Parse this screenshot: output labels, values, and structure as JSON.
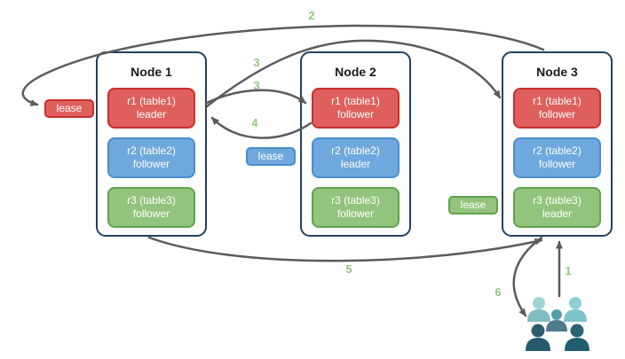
{
  "nodes": [
    {
      "title": "Node 1",
      "replicas": [
        {
          "name": "r1 (table1)",
          "role": "leader",
          "color": "red"
        },
        {
          "name": "r2 (table2)",
          "role": "follower",
          "color": "blue"
        },
        {
          "name": "r3 (table3)",
          "role": "follower",
          "color": "green"
        }
      ]
    },
    {
      "title": "Node 2",
      "replicas": [
        {
          "name": "r1 (table1)",
          "role": "follower",
          "color": "red"
        },
        {
          "name": "r2 (table2)",
          "role": "leader",
          "color": "blue"
        },
        {
          "name": "r3 (table3)",
          "role": "follower",
          "color": "green"
        }
      ]
    },
    {
      "title": "Node 3",
      "replicas": [
        {
          "name": "r1 (table1)",
          "role": "follower",
          "color": "red"
        },
        {
          "name": "r2 (table2)",
          "role": "follower",
          "color": "blue"
        },
        {
          "name": "r3 (table3)",
          "role": "leader",
          "color": "green"
        }
      ]
    }
  ],
  "leases": [
    {
      "label": "lease",
      "color": "red"
    },
    {
      "label": "lease",
      "color": "blue"
    },
    {
      "label": "lease",
      "color": "green"
    }
  ],
  "steps": {
    "s1": "1",
    "s2": "2",
    "s3a": "3",
    "s3b": "3",
    "s4": "4",
    "s5": "5",
    "s6": "6"
  },
  "icons": {
    "clients": "users-group-icon"
  },
  "colors": {
    "red": "#df5f5d",
    "red_border": "#c9302c",
    "blue": "#6fa8dc",
    "blue_border": "#4a8ed0",
    "green": "#93c47d",
    "green_border": "#61a24e",
    "node_border": "#24415f",
    "arrow": "#5b5b5b",
    "step_label": "#93c47d"
  }
}
